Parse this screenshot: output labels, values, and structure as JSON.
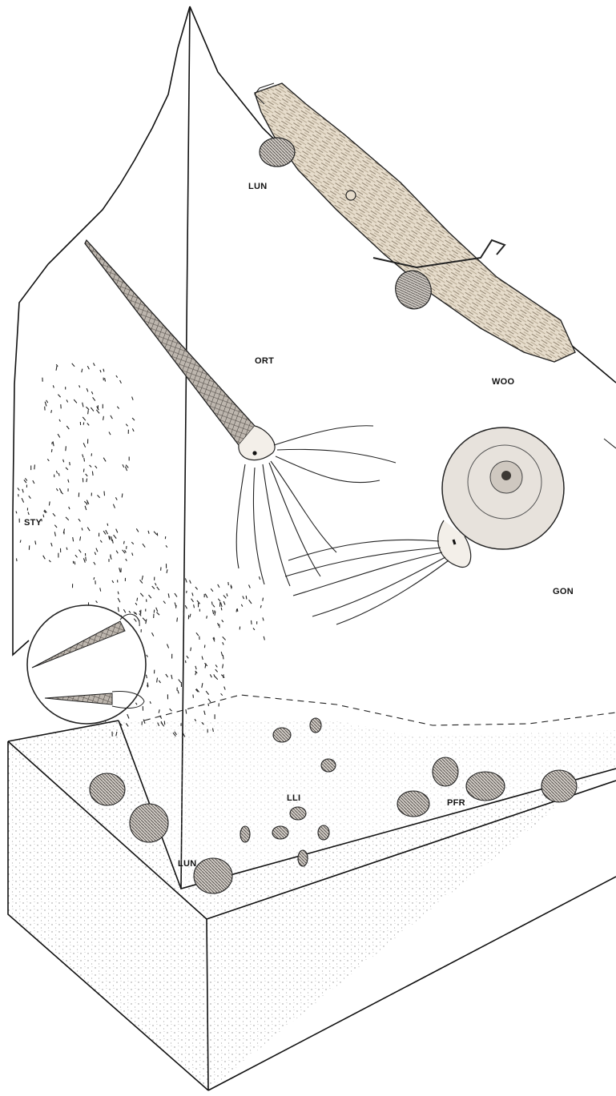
{
  "labels": {
    "lun_top": "LUN",
    "ort": "ORT",
    "woo": "WOO",
    "sty": "STY",
    "gon": "GON",
    "lli": "LLI",
    "pfr": "PFR",
    "lun_bottom": "LUN"
  },
  "colors": {
    "ink": "#111111",
    "paper": "#ffffff",
    "sediment_dot": "#9a9a9a",
    "wood": "#d9cdb8",
    "shell": "#6f6a66"
  }
}
